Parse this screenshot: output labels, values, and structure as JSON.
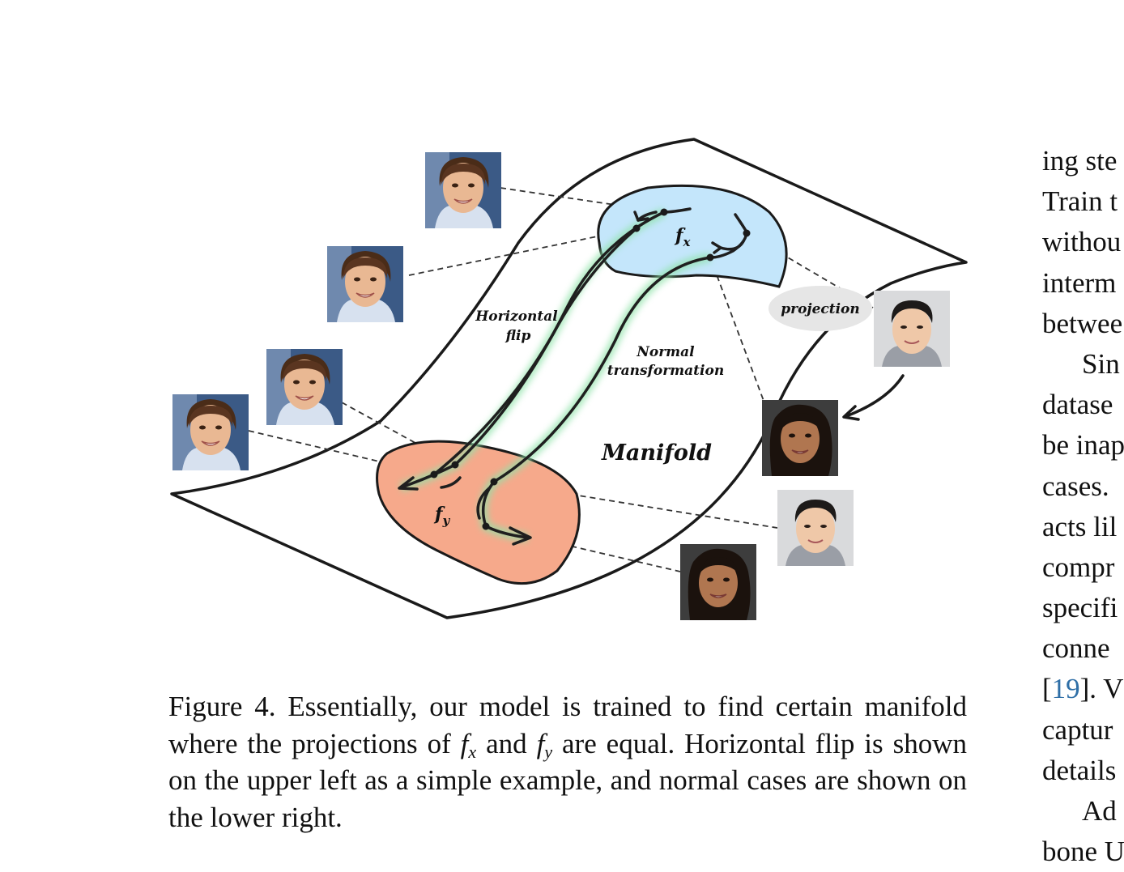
{
  "figure": {
    "labels": {
      "fx": "f",
      "fx_sub": "x",
      "fy": "f",
      "fy_sub": "y",
      "horizontal_flip_line1": "Horizontal",
      "horizontal_flip_line2": "flip",
      "normal_line1": "Normal",
      "normal_line2": "transformation",
      "manifold": "Manifold",
      "projection": "projection"
    },
    "colors": {
      "region_x": "#c4e6fb",
      "region_y": "#f6a98b",
      "path_glow": "#8fe3a9",
      "projection_bubble": "#e6e6e6",
      "line": "#222222"
    },
    "faces": {
      "boy_1": "face-boy-1",
      "boy_2": "face-boy-2",
      "boy_3": "face-boy-3",
      "boy_4": "face-boy-4",
      "man_1": "face-man-1",
      "man_2": "face-man-2",
      "woman_1": "face-woman-1",
      "woman_2": "face-woman-2"
    }
  },
  "caption": {
    "p1": "Figure 4. Essentially, our model is trained to find certain manifold where the projections of ",
    "f1": "f",
    "s1": "x",
    "p2": " and ",
    "f2": "f",
    "s2": "y",
    "p3": " are equal. Horizontal flip is shown on the upper left as a simple example, and normal cases are shown on the lower right."
  },
  "right_column": {
    "l1": "ing ste",
    "l2": "Train t",
    "l3": "withou",
    "l4": "interm",
    "l5": "betwee",
    "l6": "Sin",
    "l7": "datase",
    "l8": "be inap",
    "l9": "cases.",
    "l10": "acts lil",
    "l11": "compr",
    "l12": "specifi",
    "l13": "conne",
    "l14_open": "[",
    "l14_cite": "19",
    "l14_close": "]. V",
    "l15": "captur",
    "l16": "details",
    "l17": "Ad",
    "l18": "bone U"
  }
}
